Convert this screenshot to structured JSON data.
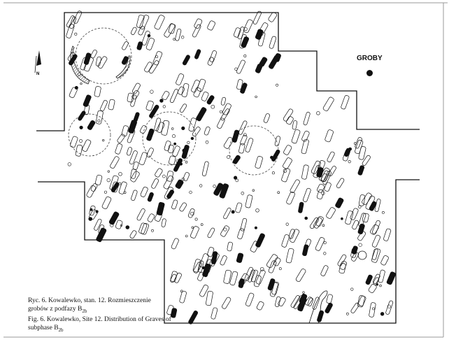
{
  "legend": {
    "label": "GROBY",
    "marker_color": "#111111"
  },
  "north_arrow": {
    "label": "N"
  },
  "caption": {
    "pl_line1": "Ryc. 6. Kowalewko, stan. 12. Rozmieszczenie",
    "pl_line2": "grobów z podfazy B",
    "pl_sub": "2b",
    "en_line1": "Fig. 6. Kowalewko, Site 12. Distribution of Graves of",
    "en_line2": "subphase B",
    "en_sub": "2b"
  },
  "colors": {
    "ink": "#111111",
    "paper": "#ffffff"
  }
}
